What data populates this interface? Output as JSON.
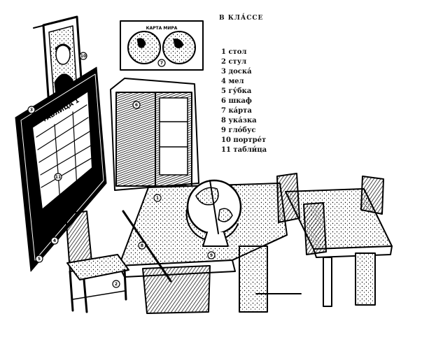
{
  "title": "В КЛА́ССЕ",
  "vocabulary": [
    {
      "num": "1",
      "word": "стол"
    },
    {
      "num": "2",
      "word": "стул"
    },
    {
      "num": "3",
      "word": "доска́"
    },
    {
      "num": "4",
      "word": "мел"
    },
    {
      "num": "5",
      "word": "гу́бка"
    },
    {
      "num": "6",
      "word": "шкаф"
    },
    {
      "num": "7",
      "word": "ка́рта"
    },
    {
      "num": "8",
      "word": "ука́зка"
    },
    {
      "num": "9",
      "word": "гло́бус"
    },
    {
      "num": "10",
      "word": "портре́т"
    },
    {
      "num": "11",
      "word": "табли́ца"
    }
  ],
  "map_title": "КАРТА МИРА",
  "table_title": "ТАБЛИЦА 1",
  "callouts": [
    "1",
    "2",
    "3",
    "4",
    "5",
    "6",
    "7",
    "8",
    "9",
    "10",
    "11"
  ]
}
